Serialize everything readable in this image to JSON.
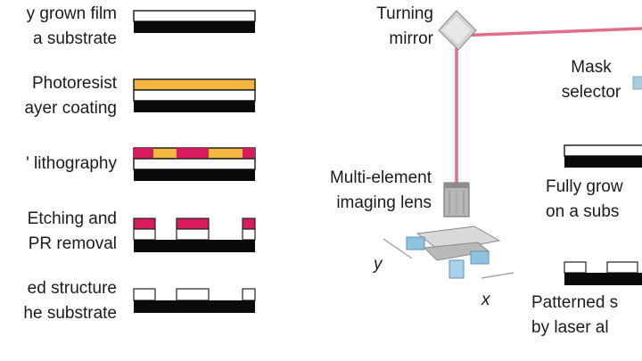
{
  "colors": {
    "laser": "#e0708a",
    "photoresist": "#f3b640",
    "pattern": "#d81b5e",
    "film": "#ffffff",
    "substrate": "#0a0a0a",
    "optics": "#bfbfbf",
    "accent_blue": "#7fb8d9"
  },
  "left_steps": [
    {
      "line1": "y grown film",
      "line2": "a substrate"
    },
    {
      "line1": "Photoresist",
      "line2": "ayer coating"
    },
    {
      "line1": "' lithography",
      "line2": ""
    },
    {
      "line1": "Etching and",
      "line2": "PR removal"
    },
    {
      "line1": "ed structure",
      "line2": "he substrate"
    }
  ],
  "right_labels": {
    "turning_mirror": {
      "line1": "Turning",
      "line2": "mirror"
    },
    "mask_selector": {
      "line1": "Mask",
      "line2": "selector"
    },
    "imaging_lens": {
      "line1": "Multi-element",
      "line2": "imaging lens"
    },
    "fully_grown": {
      "line1": "Fully grow",
      "line2": "on a subs"
    },
    "patterned": {
      "line1": "Patterned s",
      "line2": "by laser al"
    },
    "axis_y": "y",
    "axis_x": "x"
  }
}
